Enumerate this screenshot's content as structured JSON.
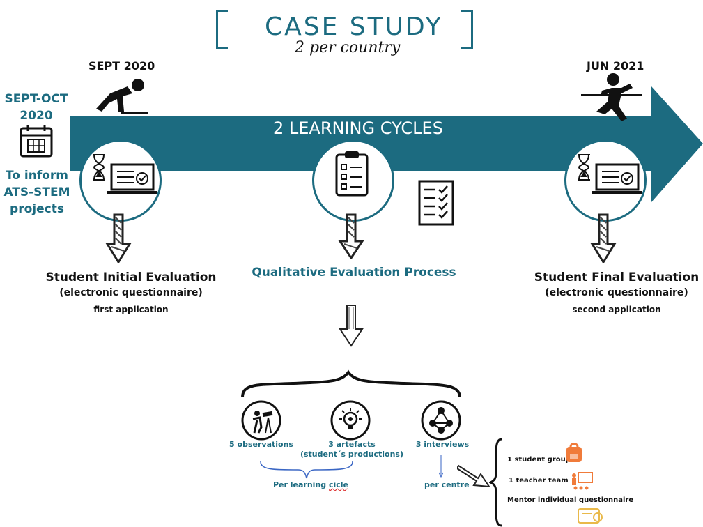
{
  "header": {
    "title": "CASE STUDY",
    "subtitle": "2 per country"
  },
  "timeline": {
    "start_label": "SEPT 2020",
    "end_label": "JUN 2021",
    "banner": "2 LEARNING CYCLES",
    "left_date_line1": "SEPT-OCT",
    "left_date_line2": "2020",
    "left_text": [
      "To inform",
      "ATS-STEM",
      "projects"
    ]
  },
  "stages": {
    "initial": {
      "title": "Student Initial Evaluation",
      "sub": "(electronic questionnaire)",
      "note": "first application"
    },
    "qualitative": {
      "title": "Qualitative Evaluation Process"
    },
    "final": {
      "title": "Student Final Evaluation",
      "sub": "(electronic questionnaire)",
      "note": "second application"
    }
  },
  "methods": {
    "observations": "5 observations",
    "artefacts_line1": "3 artefacts",
    "artefacts_line2": "(student´s productions)",
    "interviews": "3 interviews",
    "per_learning": "Per learning ",
    "per_learning_word": "cicle",
    "per_centre": "per centre"
  },
  "interview_types": {
    "student_group": "1 student group",
    "teacher_team": "1 teacher team",
    "mentor": "Mentor individual questionnaire"
  },
  "colors": {
    "teal": "#1c6b80",
    "orange": "#f07b3a",
    "gold": "#e9b94a"
  },
  "icons": [
    "calendar-icon",
    "runner-start-icon",
    "runner-finish-icon",
    "hourglass-icon",
    "laptop-icon",
    "clipboard-icon",
    "checklist-icon",
    "telescope-icon",
    "lightbulb-icon",
    "network-icon",
    "backpack-icon",
    "teacher-icon",
    "certificate-icon"
  ]
}
